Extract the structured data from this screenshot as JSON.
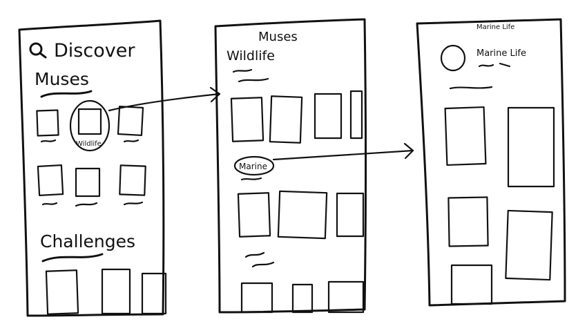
{
  "screens": [
    {
      "search_icon": "search-icon",
      "title": "Discover",
      "muses_heading": "Muses",
      "highlighted_muse_label": "Wildlife",
      "challenges_heading": "Challenges"
    },
    {
      "title": "Muses",
      "wildlife_heading": "Wildlife",
      "highlighted_label": "Marine"
    },
    {
      "header_title": "Marine Life",
      "profile_title": "Marine Life"
    }
  ],
  "flow": [
    {
      "from": "Wildlife",
      "to": "Muses"
    },
    {
      "from": "Marine",
      "to": "Marine Life"
    }
  ]
}
